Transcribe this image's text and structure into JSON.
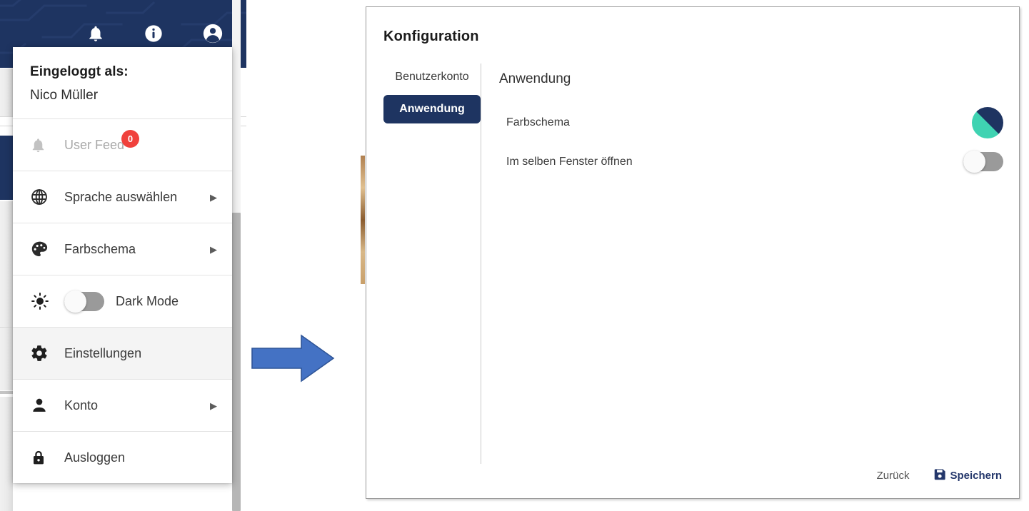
{
  "app_header": {
    "icons": [
      {
        "name": "notifications-bell-icon",
        "label": "Benachrichtigungen"
      },
      {
        "name": "info-icon",
        "label": "Information"
      },
      {
        "name": "account-circle-icon",
        "label": "Konto"
      }
    ],
    "background_color": "#1e3461"
  },
  "dropdown": {
    "logged_in_label": "Eingeloggt als:",
    "user_name": "Nico Müller",
    "items": [
      {
        "icon": "bell-icon",
        "label": "User Feed",
        "badge": "0",
        "arrow": false,
        "disabled": true,
        "highlight": false,
        "toggle": false
      },
      {
        "icon": "globe-icon",
        "label": "Sprache auswählen",
        "badge": null,
        "arrow": true,
        "disabled": false,
        "highlight": false,
        "toggle": false
      },
      {
        "icon": "palette-icon",
        "label": "Farbschema",
        "badge": null,
        "arrow": true,
        "disabled": false,
        "highlight": false,
        "toggle": false
      },
      {
        "icon": "sun-icon",
        "label": "Dark Mode",
        "badge": null,
        "arrow": false,
        "disabled": false,
        "highlight": false,
        "toggle": true,
        "toggle_state": "off"
      },
      {
        "icon": "gear-icon",
        "label": "Einstellungen",
        "badge": null,
        "arrow": false,
        "disabled": false,
        "highlight": true,
        "toggle": false
      },
      {
        "icon": "person-icon",
        "label": "Konto",
        "badge": null,
        "arrow": true,
        "disabled": false,
        "highlight": false,
        "toggle": false
      },
      {
        "icon": "lock-icon",
        "label": "Ausloggen",
        "badge": null,
        "arrow": false,
        "disabled": false,
        "highlight": false,
        "toggle": false
      }
    ],
    "badge_color": "#f0413c",
    "arrow_glyph": "▶"
  },
  "flow_arrow": {
    "name": "right-arrow",
    "fill": "#4472c4",
    "stroke": "#2f5597"
  },
  "dialog": {
    "title": "Konfiguration",
    "tabs": [
      {
        "label": "Benutzerkonto",
        "active": false
      },
      {
        "label": "Anwendung",
        "active": true
      }
    ],
    "section_title": "Anwendung",
    "rows": [
      {
        "label": "Farbschema",
        "control": "color-swatch",
        "swatch_colors": [
          "#1e3461",
          "#3fd3b2"
        ]
      },
      {
        "label": "Im selben Fenster öffnen",
        "control": "toggle",
        "toggle_state": "off"
      }
    ],
    "footer": {
      "back_label": "Zurück",
      "save_label": "Speichern",
      "save_icon": "save-floppy-icon",
      "save_color": "#24376b"
    }
  }
}
